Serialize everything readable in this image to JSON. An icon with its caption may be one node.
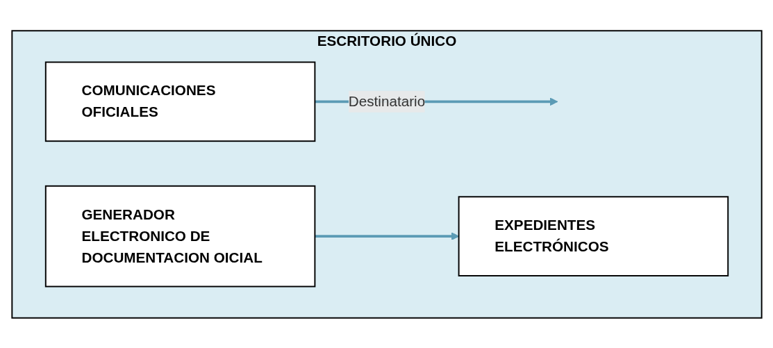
{
  "diagram": {
    "nodes": [
      {
        "text": [
          "ESCRITORIO ÚNICO"
        ]
      },
      {
        "text": [
          "COMUNICACIONES OFICIALES"
        ],
        "in": 0
      },
      {
        "text": [
          "GENERADOR ELECTRONICO DE DOCUMENTACION OICIAL"
        ],
        "in": 0
      },
      {
        "text": [
          "EXPEDIENTES ELECTRÓNICOS"
        ],
        "in": 0
      }
    ],
    "edges": [
      {
        "from": 1,
        "to": null,
        "arrow": "to",
        "label": "Destinatario"
      },
      {
        "from": 2,
        "to": 3,
        "arrow": "to"
      }
    ]
  }
}
